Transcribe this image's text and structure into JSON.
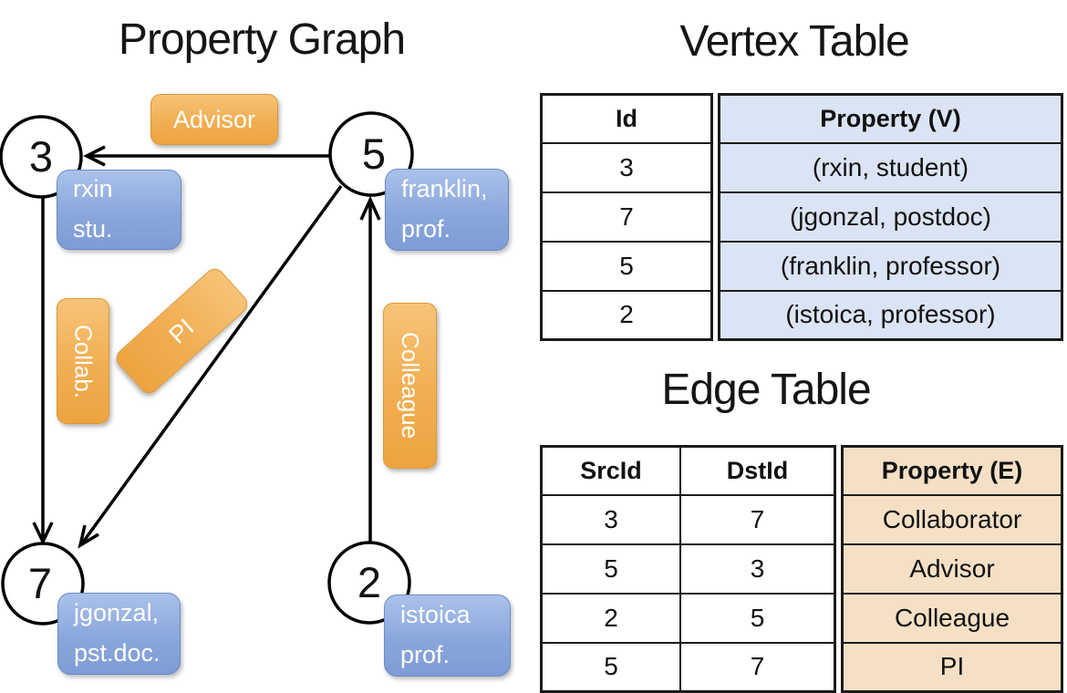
{
  "titles": {
    "graph": "Property Graph",
    "vertex_table": "Vertex Table",
    "edge_table": "Edge Table"
  },
  "graph": {
    "nodes": [
      {
        "id": "3",
        "property_line1": "rxin",
        "property_line2": "stu."
      },
      {
        "id": "5",
        "property_line1": "franklin,",
        "property_line2": "prof."
      },
      {
        "id": "7",
        "property_line1": "jgonzal,",
        "property_line2": "pst.doc."
      },
      {
        "id": "2",
        "property_line1": "istoica",
        "property_line2": "prof."
      }
    ],
    "edges": [
      {
        "src": "5",
        "dst": "3",
        "label": "Advisor"
      },
      {
        "src": "3",
        "dst": "7",
        "label": "Collab."
      },
      {
        "src": "5",
        "dst": "7",
        "label": "PI"
      },
      {
        "src": "2",
        "dst": "5",
        "label": "Colleague"
      }
    ]
  },
  "vertex_table": {
    "columns": [
      "Id",
      "Property (V)"
    ],
    "rows": [
      [
        "3",
        "(rxin, student)"
      ],
      [
        "7",
        "(jgonzal, postdoc)"
      ],
      [
        "5",
        "(franklin, professor)"
      ],
      [
        "2",
        "(istoica, professor)"
      ]
    ]
  },
  "edge_table": {
    "columns": [
      "SrcId",
      "DstId",
      "Property (E)"
    ],
    "rows": [
      [
        "3",
        "7",
        "Collaborator"
      ],
      [
        "5",
        "3",
        "Advisor"
      ],
      [
        "2",
        "5",
        "Colleague"
      ],
      [
        "5",
        "7",
        "PI"
      ]
    ]
  },
  "colors": {
    "edge_label_fill": "#f0ab52",
    "node_property_fill": "#88a5d7",
    "vertex_table_fill": "#dbe4f4",
    "edge_table_fill": "#f6e0c5",
    "line_color": "#000000"
  }
}
